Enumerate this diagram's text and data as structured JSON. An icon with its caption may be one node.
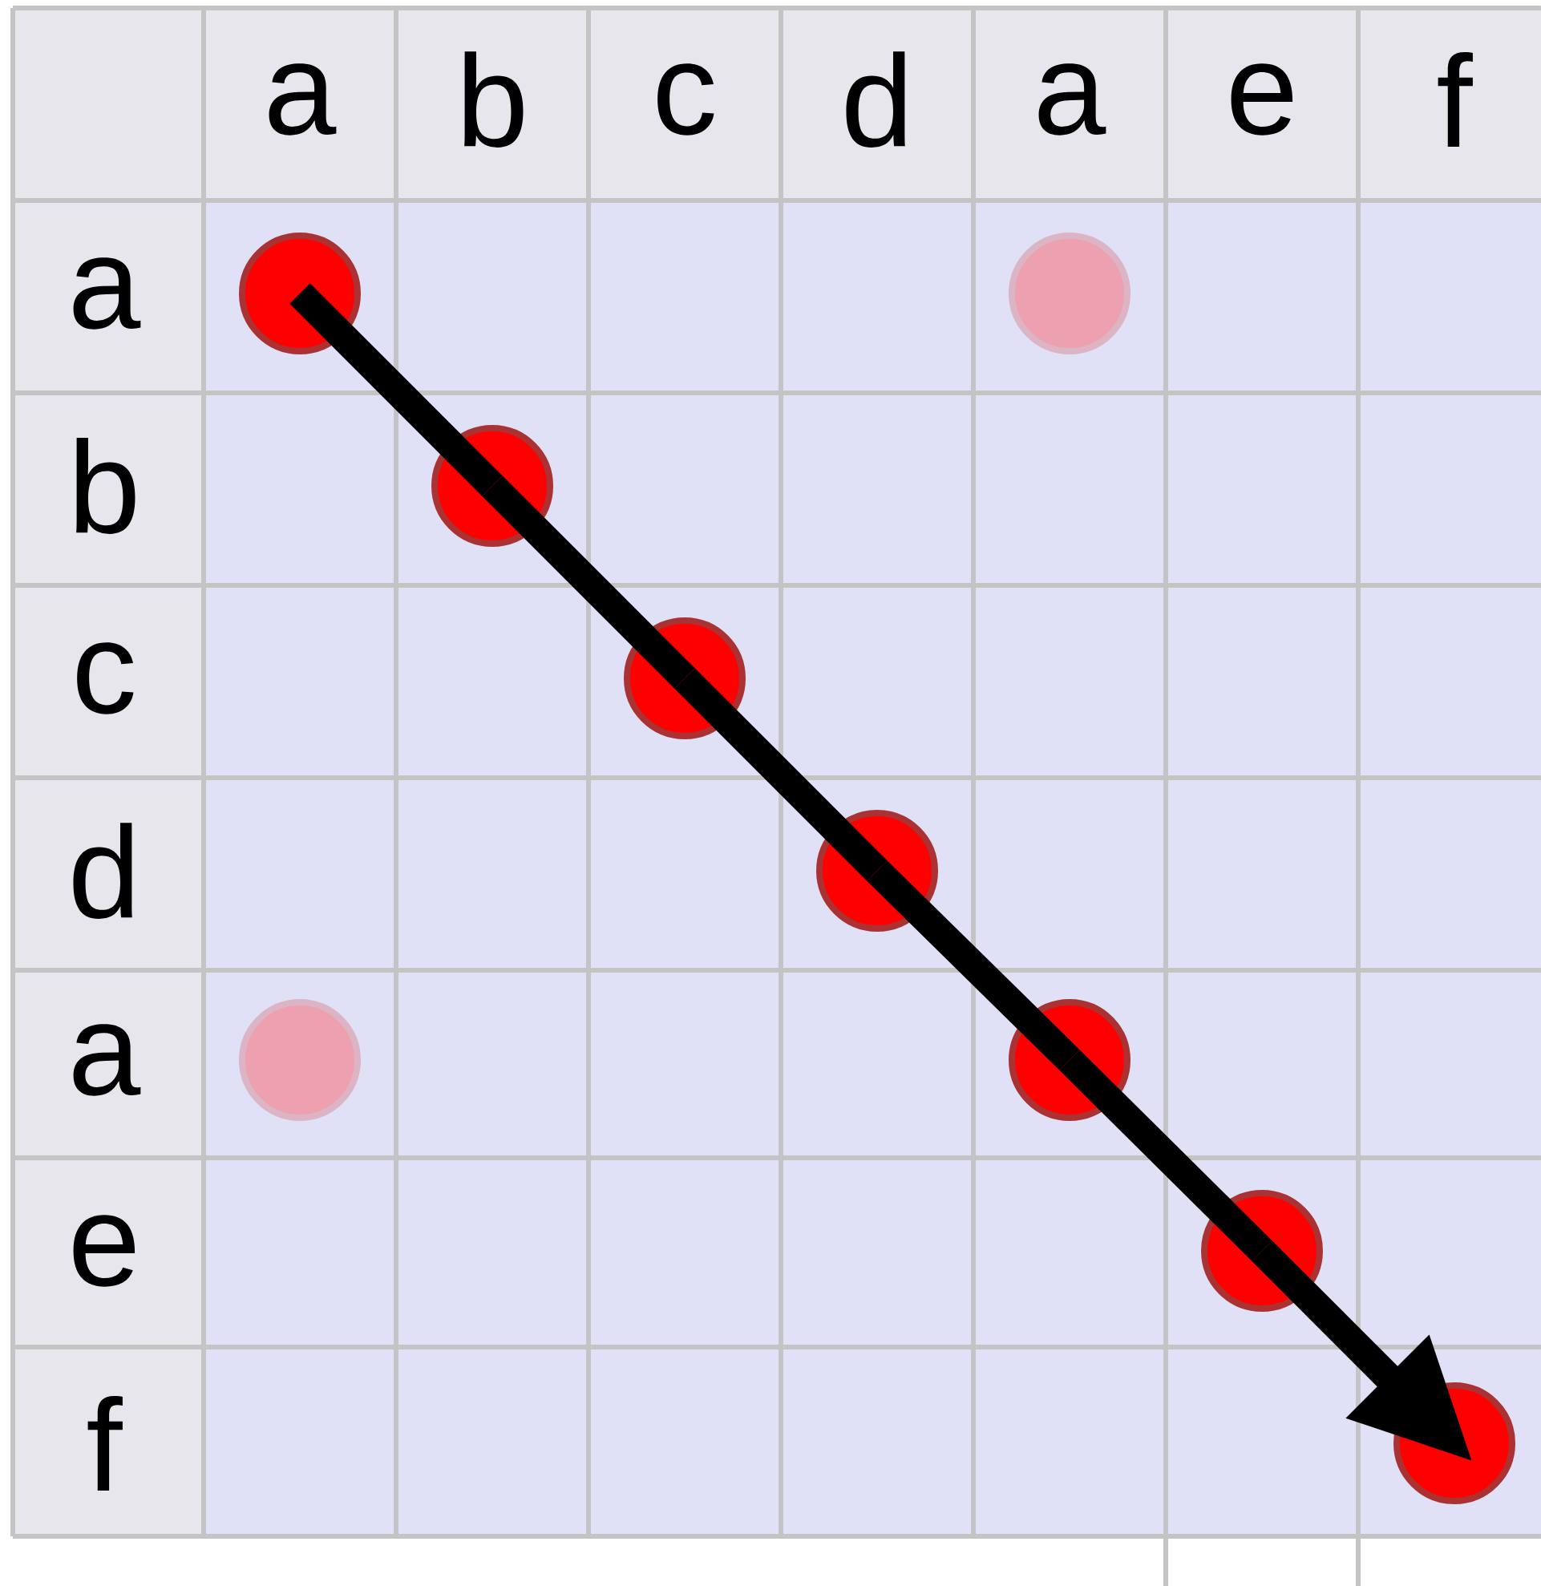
{
  "diagram": {
    "nodes": [
      {
        "text": [],
        "shape": "circle"
      },
      {
        "text": [],
        "shape": "circle"
      },
      {
        "text": [],
        "shape": "circle"
      },
      {
        "text": [],
        "shape": "circle"
      },
      {
        "text": [],
        "shape": "circle"
      },
      {
        "text": [],
        "shape": "circle"
      },
      {
        "text": [],
        "shape": "circle"
      },
      {
        "text": [],
        "shape": "circle"
      },
      {
        "text": [],
        "shape": "circle"
      }
    ],
    "edges": [
      {
        "from": 0,
        "to": 2,
        "arrow": "none"
      },
      {
        "from": 2,
        "to": 3,
        "arrow": "none"
      },
      {
        "from": 3,
        "to": 4,
        "arrow": "none"
      },
      {
        "from": 4,
        "to": 6,
        "arrow": "none"
      },
      {
        "from": 6,
        "to": 7,
        "arrow": "none"
      },
      {
        "from": 7,
        "to": 8,
        "arrow": "to"
      }
    ],
    "labels": [
      "a",
      "b",
      "c",
      "d",
      "a",
      "e",
      "f",
      "a",
      "b",
      "c",
      "d",
      "a",
      "e",
      "f"
    ]
  }
}
